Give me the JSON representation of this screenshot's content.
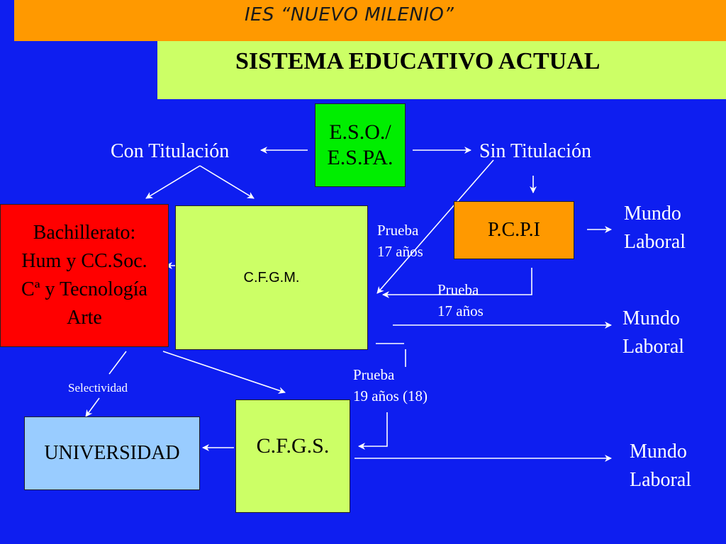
{
  "header": {
    "school": "IES “NUEVO MILENIO”"
  },
  "title": "SISTEMA EDUCATIVO ACTUAL",
  "boxes": {
    "eso": [
      "E.S.O./",
      "E.S.PA."
    ],
    "pcpi": "P.C.P.I",
    "bachillerato": [
      "Bachillerato:",
      "Hum y CC.Soc.",
      "Cª y Tecnología",
      "Arte"
    ],
    "cfgm": "C.F.G.M.",
    "universidad": "UNIVERSIDAD",
    "cfgs": "C.F.G.S."
  },
  "labels": {
    "con_titulacion": "Con Titulación",
    "sin_titulacion": "Sin Titulación",
    "mundo_laboral": [
      "Mundo",
      "Laboral"
    ],
    "prueba_17_a": [
      "Prueba",
      "17 años"
    ],
    "prueba_17_b": [
      "Prueba",
      "17 años"
    ],
    "prueba_19": [
      "Prueba",
      "19 años (18)"
    ],
    "selectividad": "Selectividad"
  },
  "colors": {
    "background": "#0e1ef0",
    "header": "#ff9900",
    "title_band": "#ccff66",
    "eso": "#00ee00",
    "pcpi": "#ff9900",
    "bachillerato": "#ff0000",
    "cfgm": "#ccff66",
    "universidad": "#99ccff",
    "cfgs": "#ccff66",
    "arrows": "#ffffff"
  }
}
